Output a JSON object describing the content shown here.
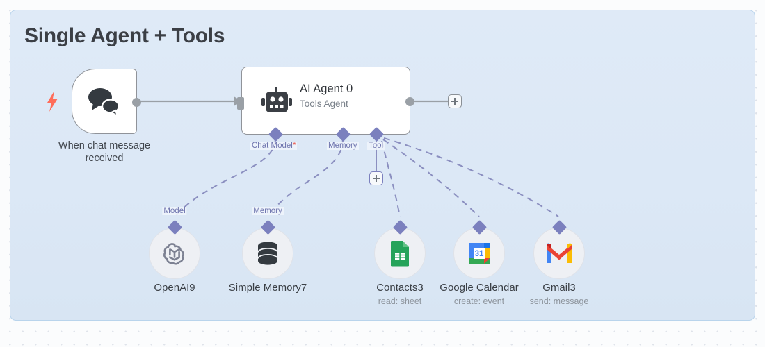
{
  "sticky": {
    "title": "Single Agent + Tools",
    "bg_color": "#dce8f6",
    "border_color": "#b9d4ec"
  },
  "canvas": {
    "bg_color": "#fbfcfd",
    "grid_dot_color": "#dfe3ea"
  },
  "trigger": {
    "label_line1": "When chat message",
    "label_line2": "received",
    "icon": "chat-bubbles-icon",
    "badge_icon": "lightning-bolt-icon",
    "badge_color": "#ff6d5a"
  },
  "agent": {
    "title": "AI Agent 0",
    "subtitle": "Tools Agent",
    "icon": "robot-icon",
    "connectors": [
      {
        "label": "Chat Model",
        "required": true,
        "required_marker": "*"
      },
      {
        "label": "Memory",
        "required": false,
        "required_marker": ""
      },
      {
        "label": "Tool",
        "required": false,
        "required_marker": ""
      }
    ]
  },
  "sub_nodes": [
    {
      "name": "OpenAI9",
      "sublabel": "",
      "connector": "Model",
      "icon": "openai-icon"
    },
    {
      "name": "Simple Memory7",
      "sublabel": "",
      "connector": "Memory",
      "icon": "database-icon"
    },
    {
      "name": "Contacts3",
      "sublabel": "read: sheet",
      "connector": "",
      "icon": "google-sheets-icon"
    },
    {
      "name": "Google Calendar",
      "sublabel": "create: event",
      "connector": "",
      "icon": "google-calendar-icon"
    },
    {
      "name": "Gmail3",
      "sublabel": "send: message",
      "connector": "",
      "icon": "gmail-icon"
    }
  ],
  "buttons": {
    "add_main_label": "+",
    "add_tool_label": "+"
  },
  "colors": {
    "connector_purple": "#7b80be",
    "edge_gray": "#9aa0a6",
    "required_red": "#e8534a"
  }
}
